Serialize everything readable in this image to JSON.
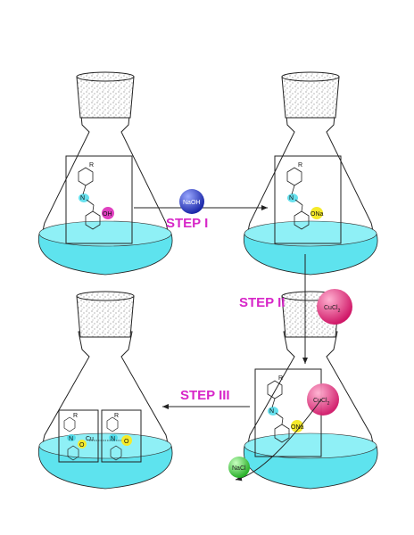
{
  "steps": {
    "step1": "STEP I",
    "step2": "STEP II",
    "step3": "STEP III"
  },
  "reagents": {
    "naoh": "NaOH",
    "cucl2_a": "CuCl",
    "cucl2_b": "CuCl",
    "cucl2_sub": "2",
    "nacl": "NaCl"
  },
  "labels": {
    "R": "R",
    "N": "N",
    "OH": "OH",
    "ONa": "ONa",
    "Cu": "Cu",
    "O": "O"
  },
  "colors": {
    "liquid": "#5ee3ee",
    "liquid_dark": "#2bc4d6",
    "step_text": "#d726c8",
    "naoh_ball": "#2d3fd1",
    "cucl2_ball": "#e8307a",
    "nacl_ball": "#4ad64a",
    "oh_highlight": "#e040c0",
    "ona_highlight": "#f5ea2a",
    "n_highlight": "#40d8e8"
  }
}
